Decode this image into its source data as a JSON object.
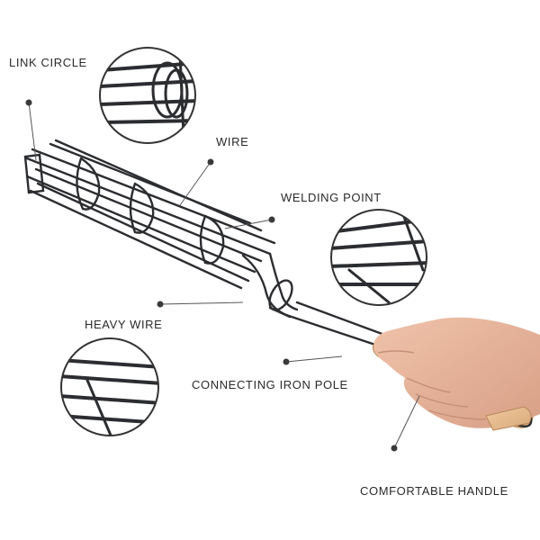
{
  "labels": {
    "link_circle": "LINK CIRCLE",
    "wire": "WIRE",
    "welding_point": "WELDING POINT",
    "heavy_wire": "HEAVY WIRE",
    "connecting_iron_pole": "CONNECTING IRON POLE",
    "comfortable_handle": "COMFORTABLE HANDLE"
  },
  "colors": {
    "wire": "#2b2d30",
    "leader": "#555555",
    "dot": "#3a3a3a",
    "wood": "#e2b98d",
    "skin": "#e7b59c"
  }
}
